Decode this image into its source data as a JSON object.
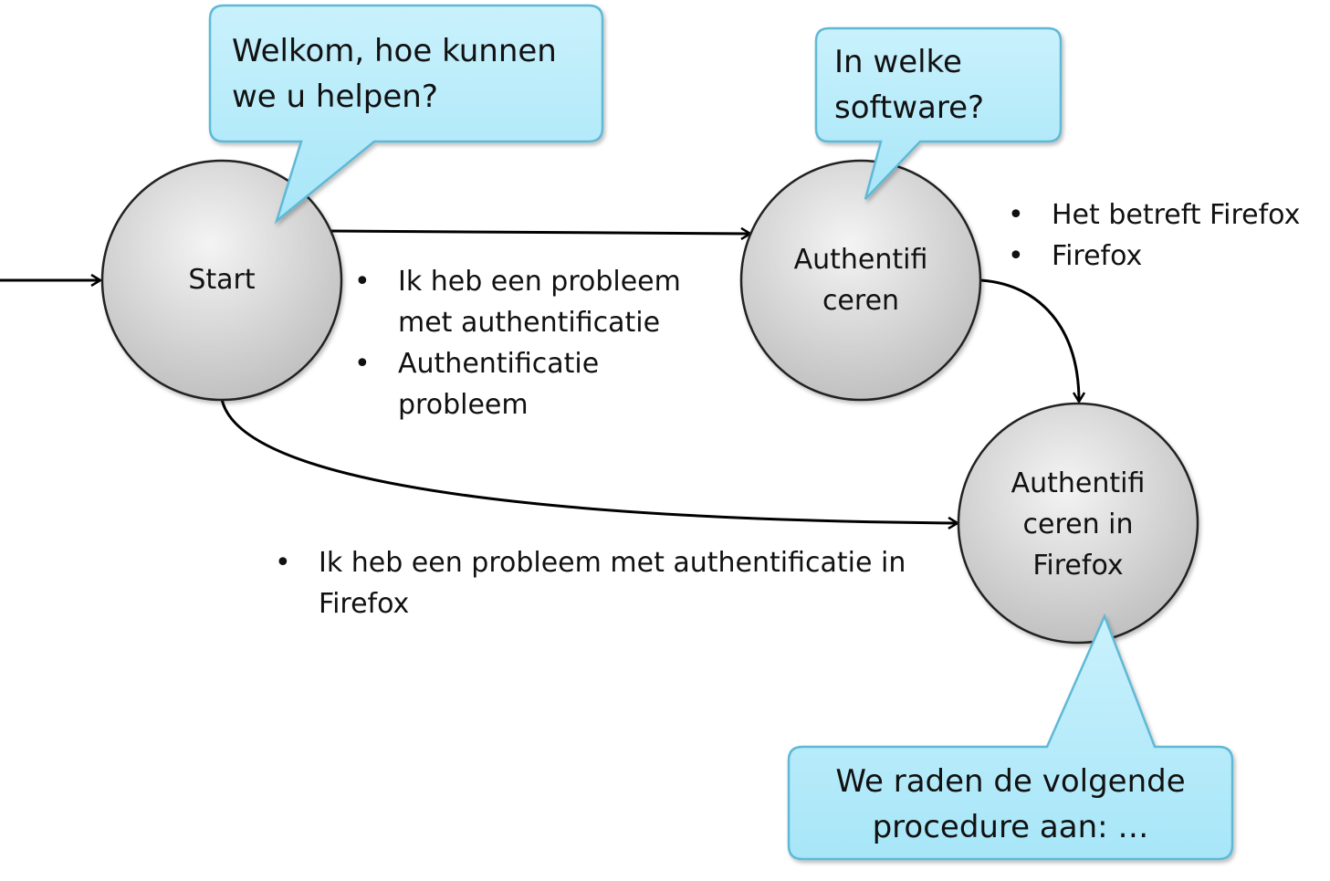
{
  "nodes": {
    "start": {
      "label": "Start"
    },
    "auth": {
      "label_lines": [
        "Authentifi",
        "ceren"
      ]
    },
    "auth_firefox": {
      "label_lines": [
        "Authentifi",
        "ceren in",
        "Firefox"
      ]
    }
  },
  "bubbles": {
    "welcome": {
      "lines": [
        "Welkom, hoe kunnen",
        "we u helpen?"
      ]
    },
    "software": {
      "lines": [
        "In welke",
        "software?"
      ]
    },
    "procedure": {
      "lines": [
        "We raden de volgende",
        "procedure aan: …"
      ]
    }
  },
  "edge_labels": {
    "start_to_auth": [
      "Ik heb een probleem met authentificatie",
      "Authentificatie probleem"
    ],
    "auth_to_firefox": [
      "Het betreft Firefox",
      "Firefox"
    ],
    "start_to_firefox": [
      "Ik heb een probleem met authentificatie in Firefox"
    ]
  },
  "colors": {
    "bubble_fill": "#b9ecfa",
    "bubble_stroke": "#5fb9d6",
    "node_fill": "#d6d6d6",
    "node_stroke": "#222222",
    "edge": "#000000"
  }
}
